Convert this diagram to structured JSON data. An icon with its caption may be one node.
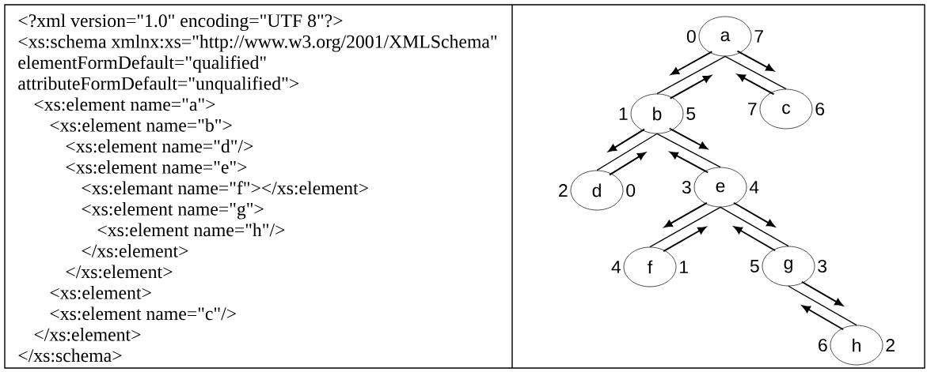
{
  "diagram": {
    "nodes": [
      {
        "text": [
          "a"
        ],
        "beside": [
          "0",
          "7"
        ]
      },
      {
        "text": [
          "b"
        ],
        "beside": [
          "1",
          "5"
        ]
      },
      {
        "text": [
          "c"
        ],
        "beside": [
          "7",
          "6"
        ]
      },
      {
        "text": [
          "d"
        ],
        "beside": [
          "2",
          "0"
        ]
      },
      {
        "text": [
          "e"
        ],
        "beside": [
          "3",
          "4"
        ]
      },
      {
        "text": [
          "f"
        ],
        "beside": [
          "4",
          "1"
        ]
      },
      {
        "text": [
          "g"
        ],
        "beside": [
          "5",
          "3"
        ]
      },
      {
        "text": [
          "h"
        ],
        "beside": [
          "6",
          "2"
        ]
      }
    ],
    "edges": [
      {
        "from": 0,
        "to": 1,
        "arrow": "none"
      },
      {
        "from": 0,
        "to": 2,
        "arrow": "none"
      },
      {
        "from": 1,
        "to": 3,
        "arrow": "none"
      },
      {
        "from": 1,
        "to": 4,
        "arrow": "none"
      },
      {
        "from": 4,
        "to": 5,
        "arrow": "none"
      },
      {
        "from": 4,
        "to": 6,
        "arrow": "none"
      },
      {
        "from": 6,
        "to": 7,
        "arrow": "none"
      }
    ],
    "labels": [
      "<?xml version=\"1.0\" encoding=\"UTF 8\"?>",
      "<xs:schema xmlnx:xs=\"http://www.w3.org/2001/XMLSchema\"",
      "elementFormDefault=\"qualified\"",
      "attributeFormDefault=\"unqualified\">",
      "<xs:element name=\"a\">",
      "<xs:element name=\"b\">",
      "<xs:element name=\"d\"/>",
      "<xs:element name=\"e\">",
      "<xs:elemant name=\"f\"></xs:element>",
      "<xs:element name=\"g\">",
      "<xs:element name=\"h\"/>",
      "</xs:element>",
      "</xs:element>",
      "<xs:element>",
      "<xs:element name=\"c\"/>",
      "</xs:element>",
      "</xs:schema>"
    ]
  }
}
